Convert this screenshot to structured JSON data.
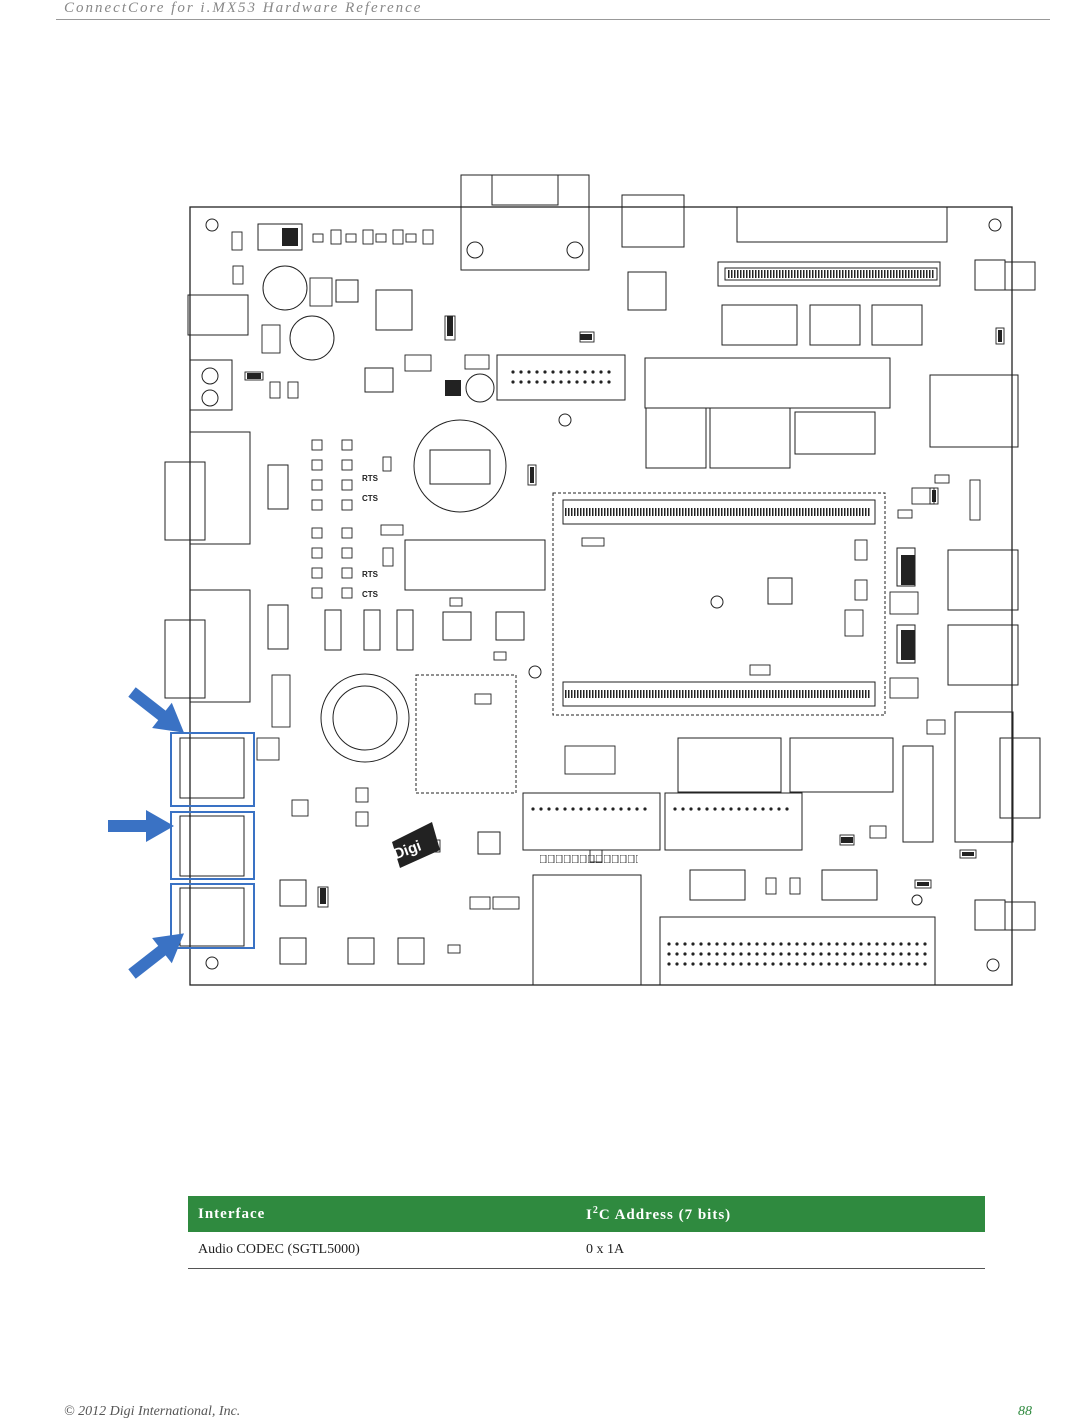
{
  "header": {
    "title": "ConnectCore for i.MX53 Hardware Reference"
  },
  "figure": {
    "board_logo": "Digi",
    "silk_rts": "RTS",
    "silk_cts": "CTS",
    "arrow_color": "#3a72c4"
  },
  "table": {
    "header_color": "#2f8a3f",
    "col1_header": "Interface",
    "col2_header_pre": "I",
    "col2_header_sup": "2",
    "col2_header_post": "C Address (7 bits)",
    "rows": [
      {
        "interface": "Audio CODEC (SGTL5000)",
        "address": "0 x 1A"
      }
    ]
  },
  "footer": {
    "copyright": "© 2012 Digi International, Inc.",
    "page": "88"
  }
}
